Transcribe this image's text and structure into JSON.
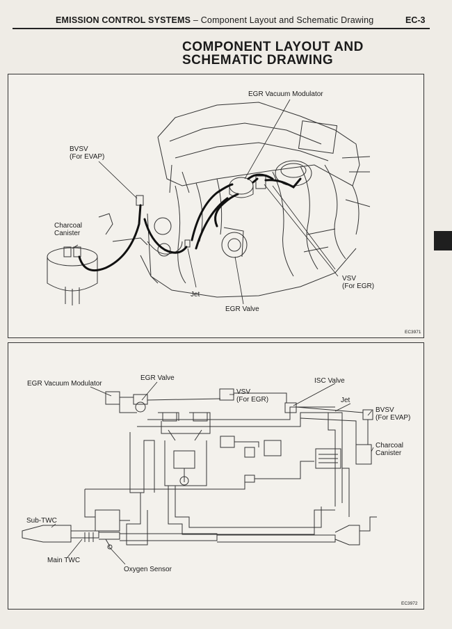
{
  "header": {
    "section": "EMISSION CONTROL SYSTEMS",
    "separator": " – ",
    "subtitle": "Component Layout and Schematic Drawing",
    "page_code": "EC-3"
  },
  "page_heading": {
    "line1": "COMPONENT LAYOUT AND",
    "line2": "SCHEMATIC DRAWING"
  },
  "layout_figure": {
    "code": "EC3971",
    "labels": {
      "egr_vacuum_modulator": "EGR Vacuum Modulator",
      "bvsv_line1": "BVSV",
      "bvsv_line2": "(For EVAP)",
      "charcoal_line1": "Charcoal",
      "charcoal_line2": "Canister",
      "vsv_line1": "VSV",
      "vsv_line2": "(For EGR)",
      "jet": "Jet",
      "egr_valve": "EGR Valve"
    }
  },
  "schematic_figure": {
    "code": "EC3972",
    "labels": {
      "egr_vacuum_modulator": "EGR Vacuum Modulator",
      "egr_valve": "EGR Valve",
      "vsv_line1": "VSV",
      "vsv_line2": "(For EGR)",
      "isc_valve": "ISC Valve",
      "jet": "Jet",
      "bvsv_line1": "BVSV",
      "bvsv_line2": "(For EVAP)",
      "charcoal_line1": "Charcoal",
      "charcoal_line2": "Canister",
      "sub_twc": "Sub-TWC",
      "main_twc": "Main TWC",
      "oxygen_sensor": "Oxygen Sensor"
    }
  }
}
